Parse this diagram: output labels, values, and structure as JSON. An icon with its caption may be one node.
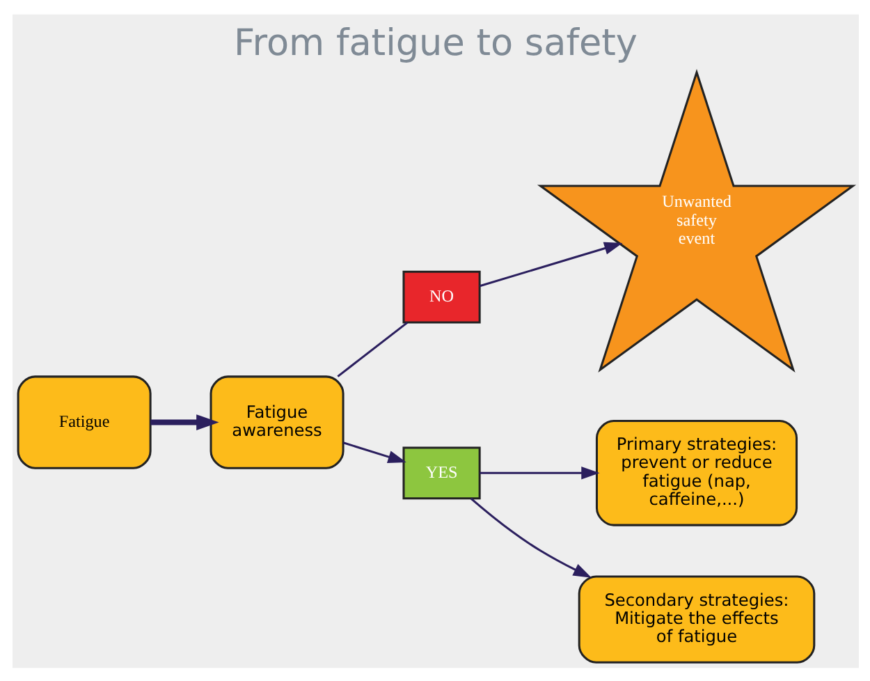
{
  "diagram": {
    "title": "From fatigue to safety",
    "nodes": [
      {
        "text": [
          "Fatigue"
        ]
      },
      {
        "text": [
          "Fatigue awareness"
        ]
      },
      {
        "text": [
          "NO"
        ]
      },
      {
        "text": [
          "Primary strategies: prevent or reduce fatigue (nap, caffeine,...)"
        ]
      },
      {
        "text": [
          "Unwanted safety event"
        ]
      },
      {
        "text": [
          "YES"
        ]
      },
      {
        "text": [
          "Secondary strategies: Mitigate the effects of fatigue"
        ]
      }
    ],
    "edges": [
      {
        "from": 0,
        "to": 1,
        "arrow": "to",
        "style": "thick"
      },
      {
        "from": 1,
        "to": 2,
        "arrow": "none"
      },
      {
        "from": 2,
        "to": 4,
        "arrow": "to"
      },
      {
        "from": 1,
        "to": 5,
        "arrow": "to"
      },
      {
        "from": 5,
        "to": 3,
        "arrow": "to"
      },
      {
        "from": 5,
        "to": 6,
        "arrow": "to"
      }
    ]
  }
}
